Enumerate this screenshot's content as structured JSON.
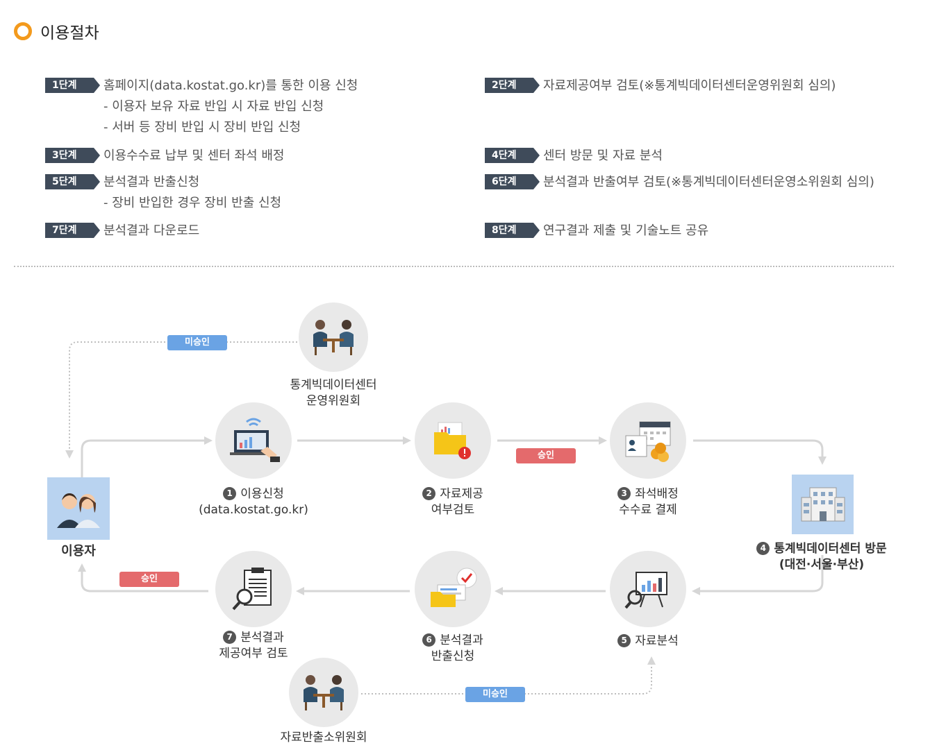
{
  "heading": "이용절차",
  "steps": [
    {
      "badge": "1단계",
      "lines": [
        "홈페이지(data.kostat.go.kr)를 통한 이용 신청",
        "- 이용자 보유 자료 반입 시 자료 반입 신청",
        "- 서버 등 장비 반입 시 장비 반입 신청"
      ]
    },
    {
      "badge": "2단계",
      "lines": [
        "자료제공여부 검토(※통계빅데이터센터운영위원회 심의)"
      ]
    },
    {
      "badge": "3단계",
      "lines": [
        "이용수수료 납부 및 센터 좌석 배정"
      ]
    },
    {
      "badge": "4단계",
      "lines": [
        "센터 방문 및 자료 분석"
      ]
    },
    {
      "badge": "5단계",
      "lines": [
        "분석결과 반출신청",
        "- 장비 반입한 경우 장비 반출 신청"
      ]
    },
    {
      "badge": "6단계",
      "lines": [
        "분석결과 반출여부 검토(※통계빅데이터센터운영소위원회 심의)"
      ]
    },
    {
      "badge": "7단계",
      "lines": [
        "분석결과 다운로드"
      ]
    },
    {
      "badge": "8단계",
      "lines": [
        "연구결과 제출 및 기술노트 공유"
      ]
    }
  ],
  "flow": {
    "user_label": "이용자",
    "committee_top": [
      "통계빅데이터센터",
      "운영위원회"
    ],
    "committee_bottom": "자료반출소위원회",
    "nodes": [
      {
        "num": "1",
        "lines": [
          "이용신청",
          "(data.kostat.go.kr)"
        ]
      },
      {
        "num": "2",
        "lines": [
          "자료제공",
          "여부검토"
        ]
      },
      {
        "num": "3",
        "lines": [
          "좌석배정",
          "수수료 결제"
        ]
      },
      {
        "num": "4",
        "lines": [
          "통계빅데이터센터 방문",
          "(대전·서울·부산)"
        ]
      },
      {
        "num": "5",
        "lines": [
          "자료분석"
        ]
      },
      {
        "num": "6",
        "lines": [
          "분석결과",
          "반출신청"
        ]
      },
      {
        "num": "7",
        "lines": [
          "분석결과",
          "제공여부 검토"
        ]
      }
    ],
    "tags": {
      "reject_top": "미승인",
      "approve_top": "승인",
      "approve_bottom": "승인",
      "reject_bottom": "미승인"
    }
  },
  "colors": {
    "accent": "#f39a1d",
    "badge": "#3f4b5a",
    "approve": "#e46a6c",
    "reject": "#6aa3e4",
    "circle": "#e9e9e9",
    "arrow": "#d6d6d6"
  }
}
